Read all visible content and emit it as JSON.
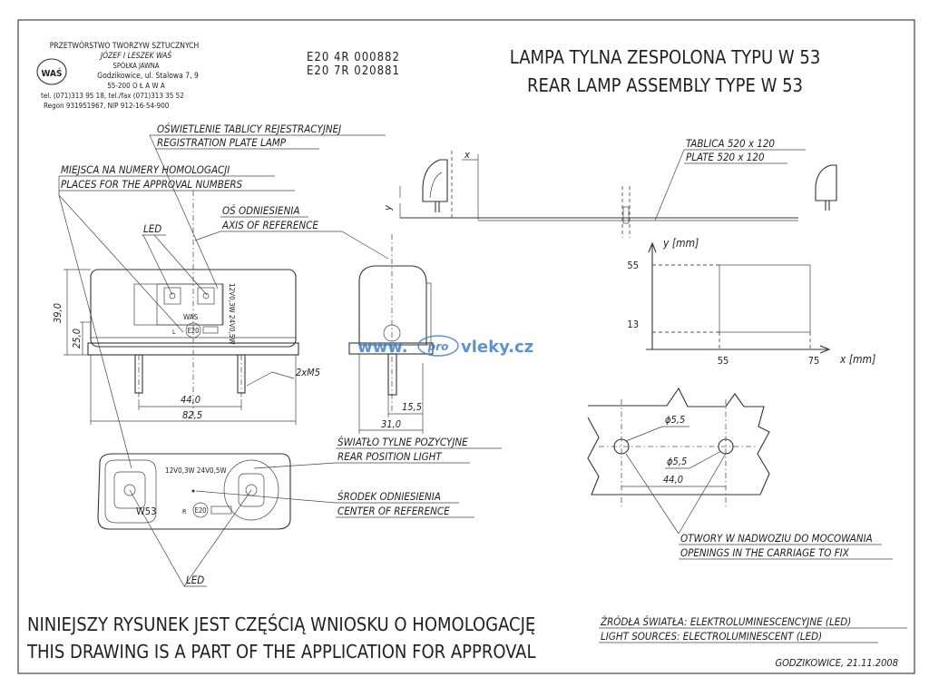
{
  "company": {
    "line1": "PRZETWÓRSTWO TWORZYW SZTUCZNYCH",
    "line2": "JÓZEF I LESZEK WAŚ",
    "line3": "SPÓŁKA JAWNA",
    "line4": "Godzikowice, ul. Stalowa 7, 9",
    "line5": "55-200  O Ł A W A",
    "line6": "tel. (071)313 95 18, tel./fax (071)313 35 52",
    "line7": "Regon 931951967, NIP 912-16-54-900",
    "logo_text": "WAŚ"
  },
  "approval_codes": [
    "E20  4R  000882",
    "E20  7R  020881"
  ],
  "title": {
    "pl": "LAMPA TYLNA ZESPOLONA TYPU W 53",
    "en": "REAR LAMP ASSEMBLY TYPE W 53"
  },
  "labels": {
    "plate_lamp_pl": "OŚWIETLENIE TABLICY REJESTRACYJNEJ",
    "plate_lamp_en": "REGISTRATION PLATE LAMP",
    "approval_places_pl": "MIEJSCA NA NUMERY HOMOLOGACJI",
    "approval_places_en": "PLACES FOR THE APPROVAL NUMBERS",
    "axis_pl": "OŚ ODNIESIENIA",
    "axis_en": "AXIS OF REFERENCE",
    "led_top": "LED",
    "led_bottom": "LED",
    "plate_pl": "TABLICA 520 x 120",
    "plate_en": "PLATE 520 x 120",
    "x_mark": "x",
    "y_mark": "y",
    "rear_light_pl": "ŚWIATŁO TYLNE POZYCYJNE",
    "rear_light_en": "REAR POSITION LIGHT",
    "center_pl": "ŚRODEK ODNIESIENIA",
    "center_en": "CENTER OF REFERENCE",
    "holes_pl": "OTWORY W NADWOZIU DO MOCOWANIA",
    "holes_en": "OPENINGS IN THE CARRIAGE TO FIX",
    "thread": "2xM5",
    "was_mark": "WAS",
    "e20": "E20",
    "l_mark": "L",
    "r_mark": "R",
    "rating_side": "12V0,3W 24V0,5W",
    "rating_bottom": "12V0,3W  24V0,5W",
    "w53": "W53"
  },
  "dimensions": {
    "h39": "39,0",
    "h25": "25,0",
    "w44": "44,0",
    "w825": "82,5",
    "w155": "15,5",
    "w310": "31,0",
    "d55a": "ϕ5,5",
    "d55b": "ϕ5,5",
    "hole_spacing": "44,0"
  },
  "graph": {
    "ylabel": "y [mm]",
    "xlabel": "x [mm]",
    "y_ticks": [
      "55",
      "13"
    ],
    "x_ticks": [
      "55",
      "75"
    ]
  },
  "footer": {
    "statement_pl": "NINIEJSZY RYSUNEK JEST CZĘŚCIĄ WNIOSKU O HOMOLOGACJĘ",
    "statement_en": "THIS DRAWING IS A PART OF THE APPLICATION FOR APPROVAL",
    "light_src_pl": "ŹRÓDŁA ŚWIATŁA:  ELEKTROLUMINESCENCYJNE (LED)",
    "light_src_en": "LIGHT SOURCES:  ELECTROLUMINESCENT (LED)",
    "place_date": "GODZIKOWICE,  21.11.2008"
  },
  "watermark": {
    "left": "www.",
    "middle": "pro",
    "right": "vleky.cz",
    "color": "#3f7fd0"
  }
}
